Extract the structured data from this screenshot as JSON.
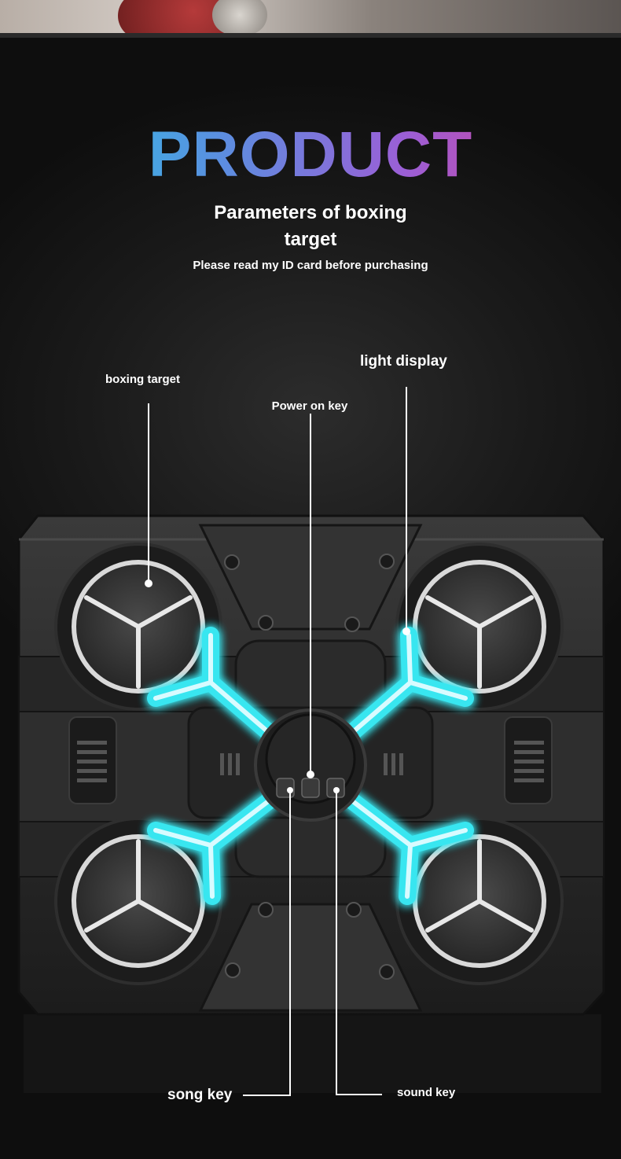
{
  "heading": "PRODUCT",
  "subtitle": "Parameters of boxing target",
  "note": "Please read my ID card before purchasing",
  "labels": {
    "boxing_target": "boxing target",
    "light_display": "light display",
    "power_key": "Power on key",
    "song_key": "song key",
    "sound_key": "sound key"
  },
  "colors": {
    "glow": "#39e6f0",
    "heading_gradient": [
      "#20d4e6",
      "#5a8fe0",
      "#9b5fd6",
      "#e23a8a"
    ]
  }
}
